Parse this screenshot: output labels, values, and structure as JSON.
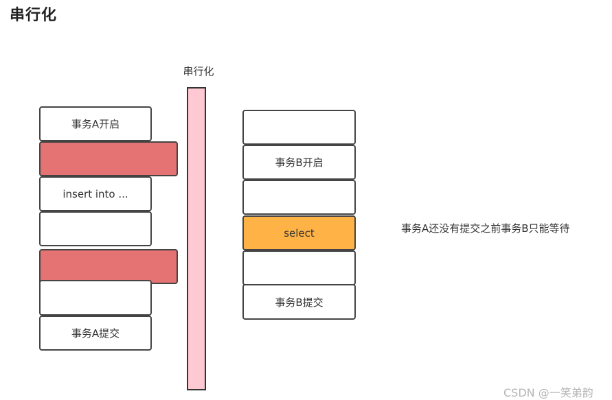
{
  "heading": "串行化",
  "bar_label": "串行化",
  "left_column": [
    {
      "text": "事务A开启",
      "fill": "white"
    },
    {
      "text": "",
      "fill": "red"
    },
    {
      "text": "insert into ...",
      "fill": "white"
    },
    {
      "text": "",
      "fill": "white"
    },
    {
      "text": "",
      "fill": "red"
    },
    {
      "text": "",
      "fill": "white"
    },
    {
      "text": "事务A提交",
      "fill": "white"
    }
  ],
  "right_column": [
    {
      "text": "",
      "fill": "white"
    },
    {
      "text": "事务B开启",
      "fill": "white"
    },
    {
      "text": "",
      "fill": "white"
    },
    {
      "text": "select",
      "fill": "orange"
    },
    {
      "text": "",
      "fill": "white"
    },
    {
      "text": "事务B提交",
      "fill": "white"
    }
  ],
  "note": "事务A还没有提交之前事务B只能等待",
  "watermark": "CSDN @一笑弟韵",
  "colors": {
    "red_block": "#e57373",
    "orange_block": "#ffb347",
    "bar": "#ffc9d4",
    "border": "#444444"
  }
}
